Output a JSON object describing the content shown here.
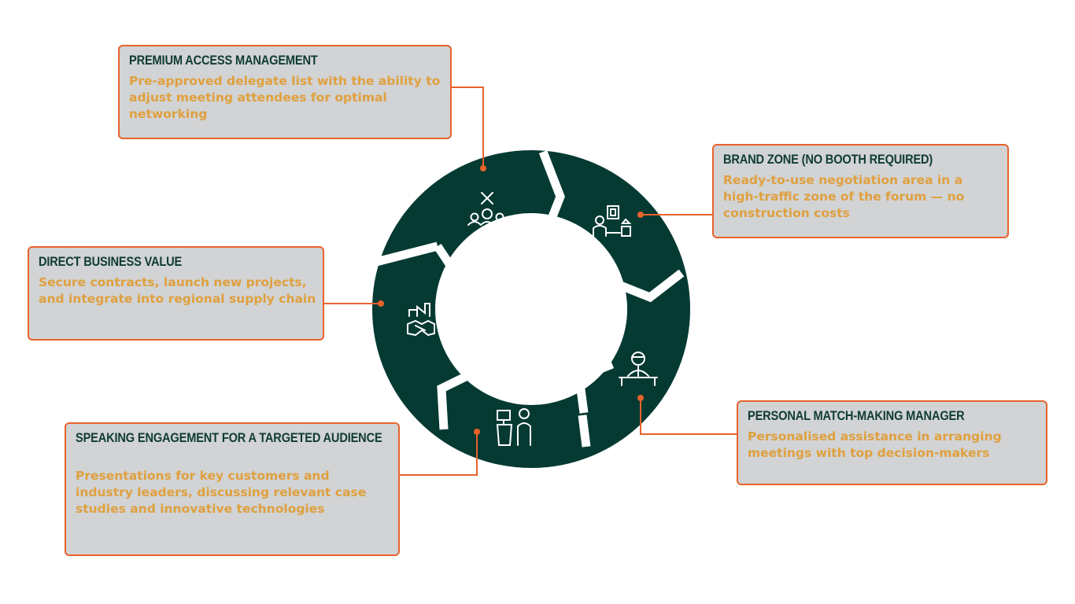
{
  "colors": {
    "ring": "#053a33",
    "connector": "#e8622c",
    "card_bg": "#d1d3d4",
    "title": "#0f3b34",
    "body_text": "#e0a03e"
  },
  "cards": {
    "premium": {
      "title": "PREMIUM ACCESS MANAGEMENT",
      "text": "Pre-approved delegate list with the ability to adjust meeting attendees for optimal networking"
    },
    "brand": {
      "title": "BRAND ZONE (NO BOOTH REQUIRED)",
      "text": "Ready-to-use negotiation area in a high-traffic zone of the forum — no construction costs"
    },
    "direct": {
      "title": "DIRECT BUSINESS VALUE",
      "text": "Secure contracts, launch new projects, and integrate into regional supply chain"
    },
    "matchmaking": {
      "title": "PERSONAL MATCH-MAKING MANAGER",
      "text": "Personalised assistance in arranging meetings with top decision-makers"
    },
    "speaking": {
      "title": "SPEAKING ENGAGEMENT FOR A TARGETED AUDIENCE",
      "text": "Presentations for key customers and industry leaders, discussing relevant case studies and innovative technologies"
    }
  },
  "icons": {
    "premium": "people-network-icon",
    "brand": "exhibit-meeting-icon",
    "direct": "handshake-factory-icon",
    "matchmaking": "manager-desk-icon",
    "speaking": "presenter-podium-icon"
  }
}
